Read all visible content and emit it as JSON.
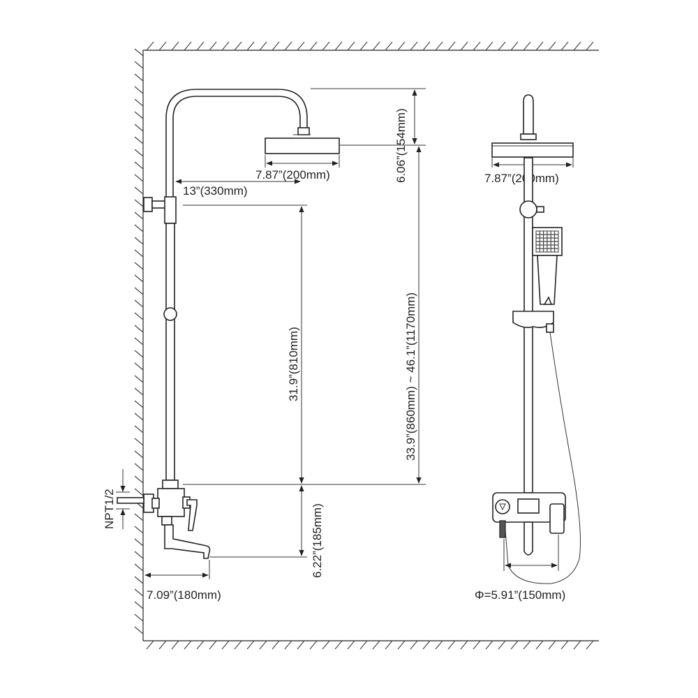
{
  "colors": {
    "line": "#222222",
    "background": "#ffffff"
  },
  "dimensions": {
    "head_width_side": "7.87”(200mm)",
    "head_drop": "6.06”(154mm)",
    "arm_reach": "13”(330mm)",
    "slide_bar_length": "31.9”(810mm)",
    "total_height": "33.9”(860mm) ~ 46.1”(1170mm)",
    "valve_to_spout": "6.22”(185mm)",
    "connection": "NPT1/2",
    "spout_reach": "7.09”(180mm)",
    "head_width_front": "7.87”(200mm)",
    "inlet_spacing": "Φ=5.91”(150mm)"
  }
}
